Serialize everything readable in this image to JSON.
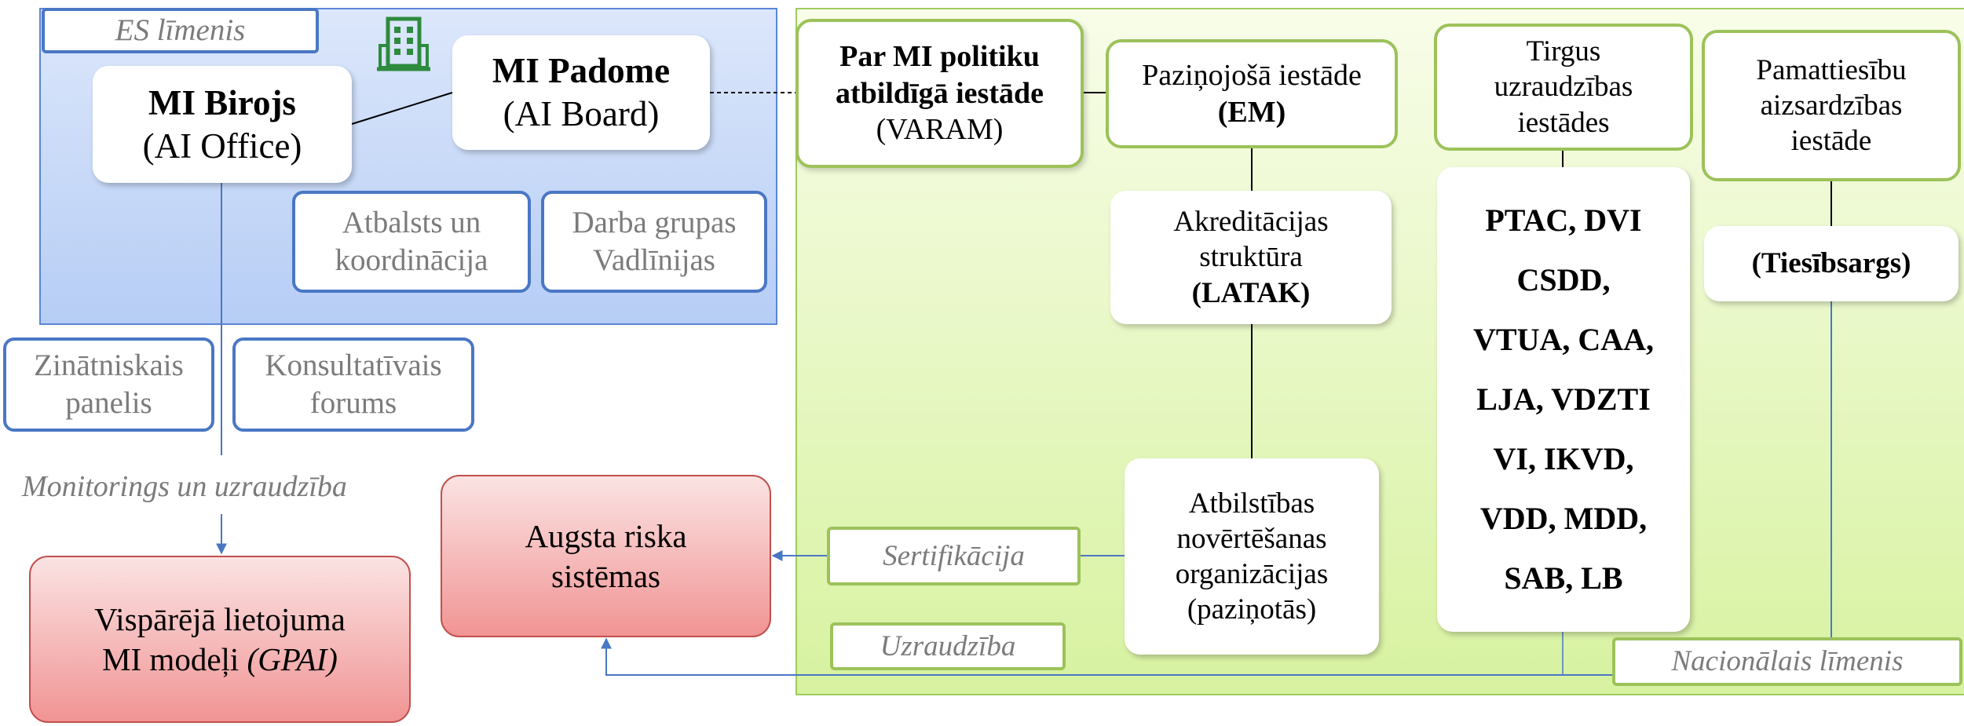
{
  "es_level": {
    "label": "ES līmenis"
  },
  "national_level": {
    "label": "Nacionālais līmenis"
  },
  "icons": {
    "building": "building-icon"
  },
  "colors": {
    "es_blue": "#4a77c4",
    "national_green": "#9cc25a",
    "risk_red": "#f19494"
  },
  "ai_office": {
    "line1": "MI Birojs",
    "line2": "(AI Office)"
  },
  "ai_board": {
    "line1": "MI Padome",
    "line2": "(AI Board)"
  },
  "support": {
    "line1": "Atbalsts un",
    "line2": "koordinācija"
  },
  "working_groups": {
    "line1": "Darba grupas",
    "line2": "Vadlīnijas"
  },
  "science_panel": {
    "line1": "Zinātniskais",
    "line2": "panelis"
  },
  "advisory_forum": {
    "line1": "Konsultatīvais",
    "line2": "forums"
  },
  "monitoring_label": "Monitorings un uzraudzība",
  "gpai": {
    "line1": "Vispārējā lietojuma",
    "line2_prefix": "MI modeļi ",
    "line2_italic": "(GPAI)"
  },
  "high_risk": {
    "line1": "Augsta riska",
    "line2": "sistēmas"
  },
  "certification_label": "Sertifikācija",
  "supervision_label": "Uzraudzība",
  "policy_authority": {
    "line1": "Par MI politiku",
    "line2": "atbildīgā iestāde",
    "line3": "(VARAM)"
  },
  "notifying_authority": {
    "line1": "Paziņojošā iestāde",
    "line2": "(EM)"
  },
  "accreditation": {
    "line1": "Akreditācijas",
    "line2": "struktūra",
    "line3": "(LATAK)"
  },
  "conformity_bodies": {
    "line1": "Atbilstības",
    "line2": "novērtēšanas",
    "line3": "organizācijas",
    "line4": "(paziņotās)"
  },
  "market_surveillance": {
    "line1": "Tirgus",
    "line2": "uzraudzības",
    "line3": "iestādes"
  },
  "market_list": [
    "PTAC, DVI",
    "CSDD,",
    "VTUA, CAA,",
    "LJA, VDZTI",
    "VI, IKVD,",
    "VDD, MDD,",
    "SAB, LB"
  ],
  "fundamental_rights": {
    "line1": "Pamattiesību",
    "line2": "aizsardzības",
    "line3": "iestāde"
  },
  "ombudsman": "(Tiesībsargs)"
}
